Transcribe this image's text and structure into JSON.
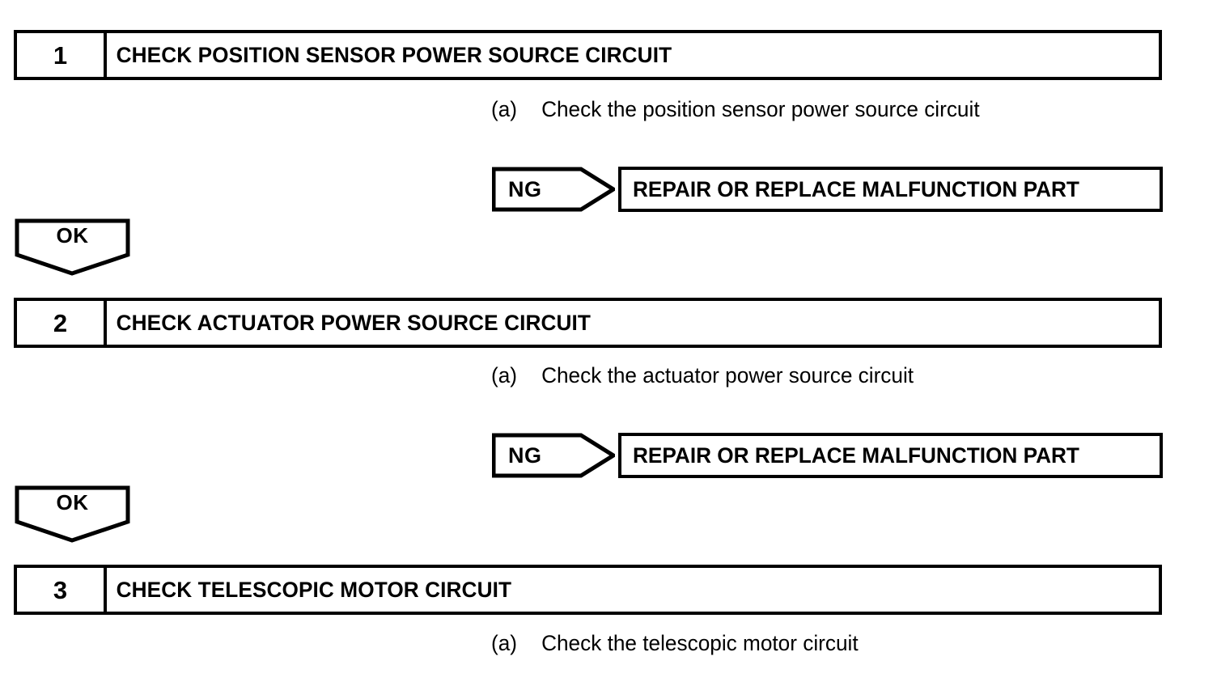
{
  "document": {
    "type": "troubleshooting-flowchart",
    "colors": {
      "ink": "#000000",
      "background": "#ffffff"
    }
  },
  "steps": [
    {
      "number": "1",
      "title": "CHECK POSITION SENSOR POWER SOURCE CIRCUIT",
      "instruction_marker": "(a)",
      "instruction_text": "Check the position sensor power source circuit",
      "ng_label": "NG",
      "ng_result": "REPAIR OR REPLACE MALFUNCTION PART",
      "ok_label": "OK"
    },
    {
      "number": "2",
      "title": "CHECK ACTUATOR POWER SOURCE CIRCUIT",
      "instruction_marker": "(a)",
      "instruction_text": "Check the actuator power source circuit",
      "ng_label": "NG",
      "ng_result": "REPAIR OR REPLACE MALFUNCTION PART",
      "ok_label": "OK"
    },
    {
      "number": "3",
      "title": "CHECK TELESCOPIC MOTOR CIRCUIT",
      "instruction_marker": "(a)",
      "instruction_text": "Check the telescopic motor circuit"
    }
  ]
}
